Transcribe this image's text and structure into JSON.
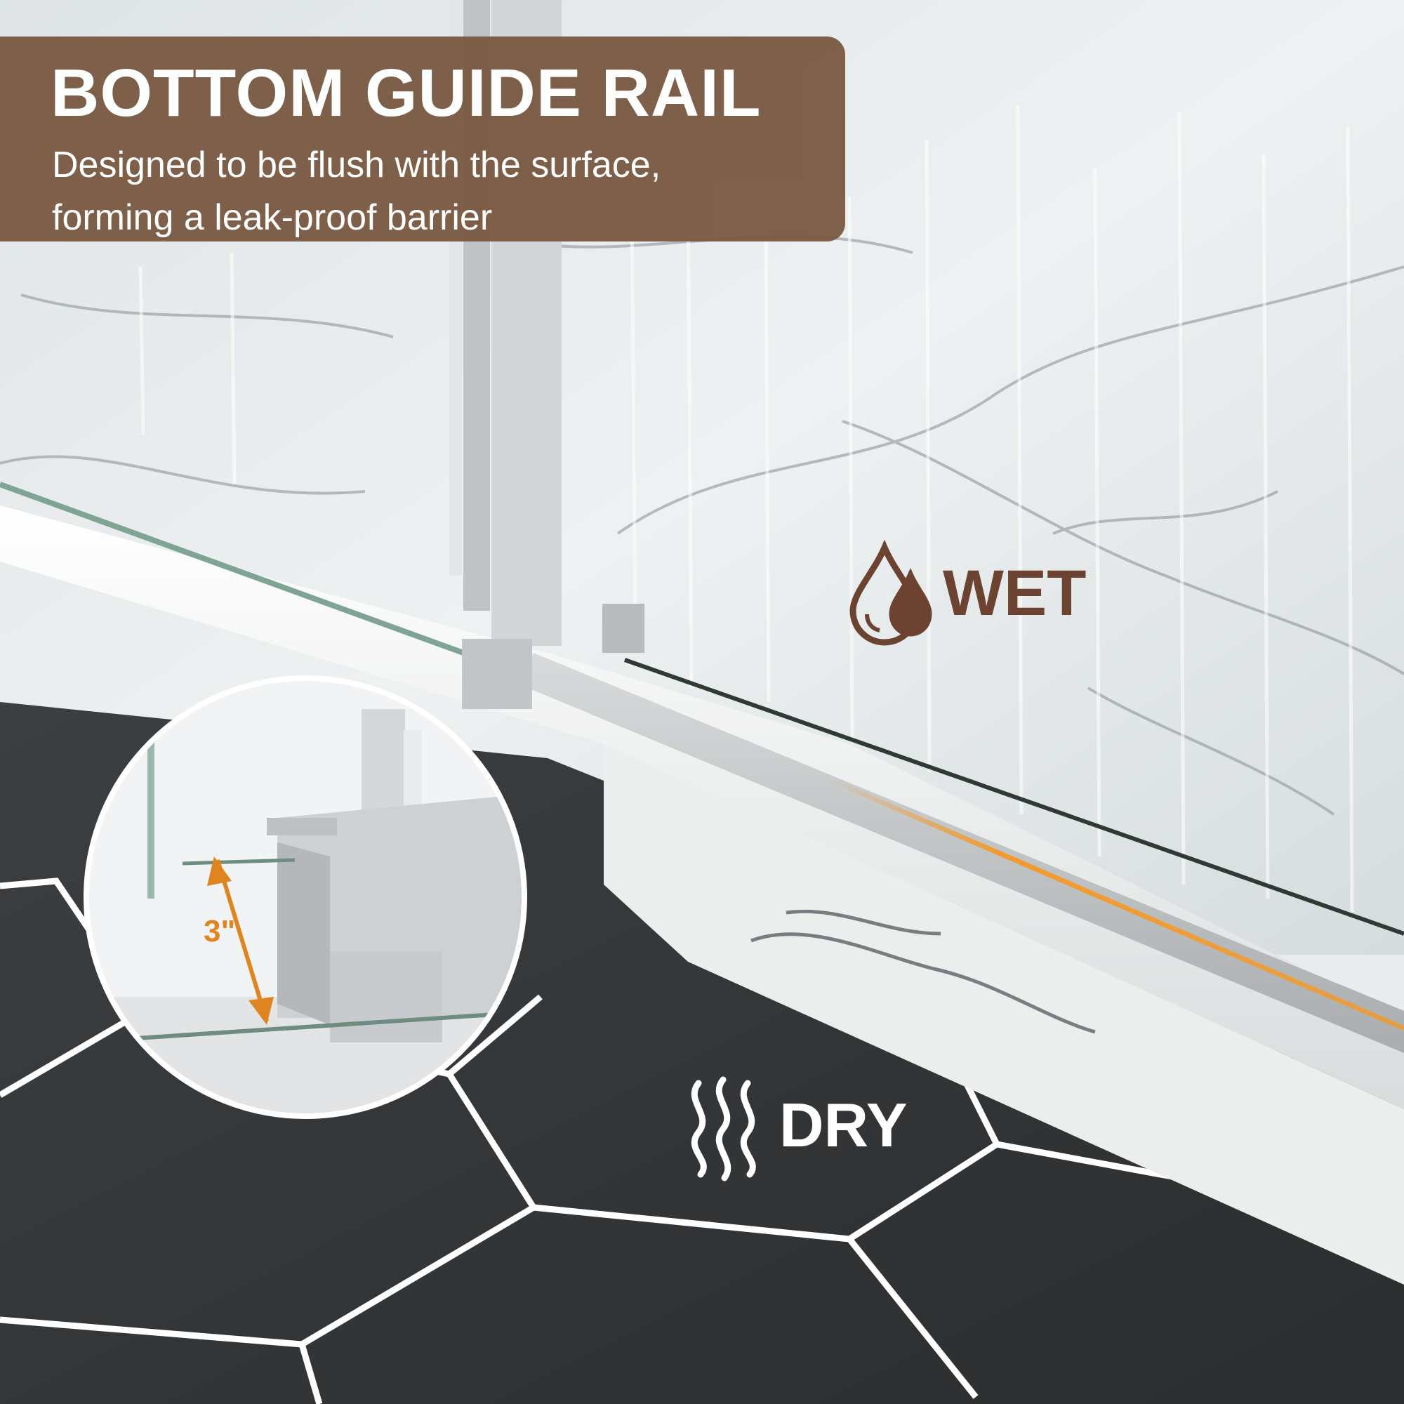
{
  "banner": {
    "title": "BOTTOM GUIDE RAIL",
    "subtitle_line1": "Designed to be flush with the surface,",
    "subtitle_line2": "forming a leak-proof barrier",
    "color": "#7a5a43"
  },
  "wet": {
    "label": "WET",
    "icon": "water-drops-icon",
    "color": "#6b4330"
  },
  "dry": {
    "label": "DRY",
    "icon": "heat-waves-icon",
    "color": "#ffffff"
  },
  "inset": {
    "dimension_label": "3\"",
    "accent_color": "#e0841f"
  }
}
